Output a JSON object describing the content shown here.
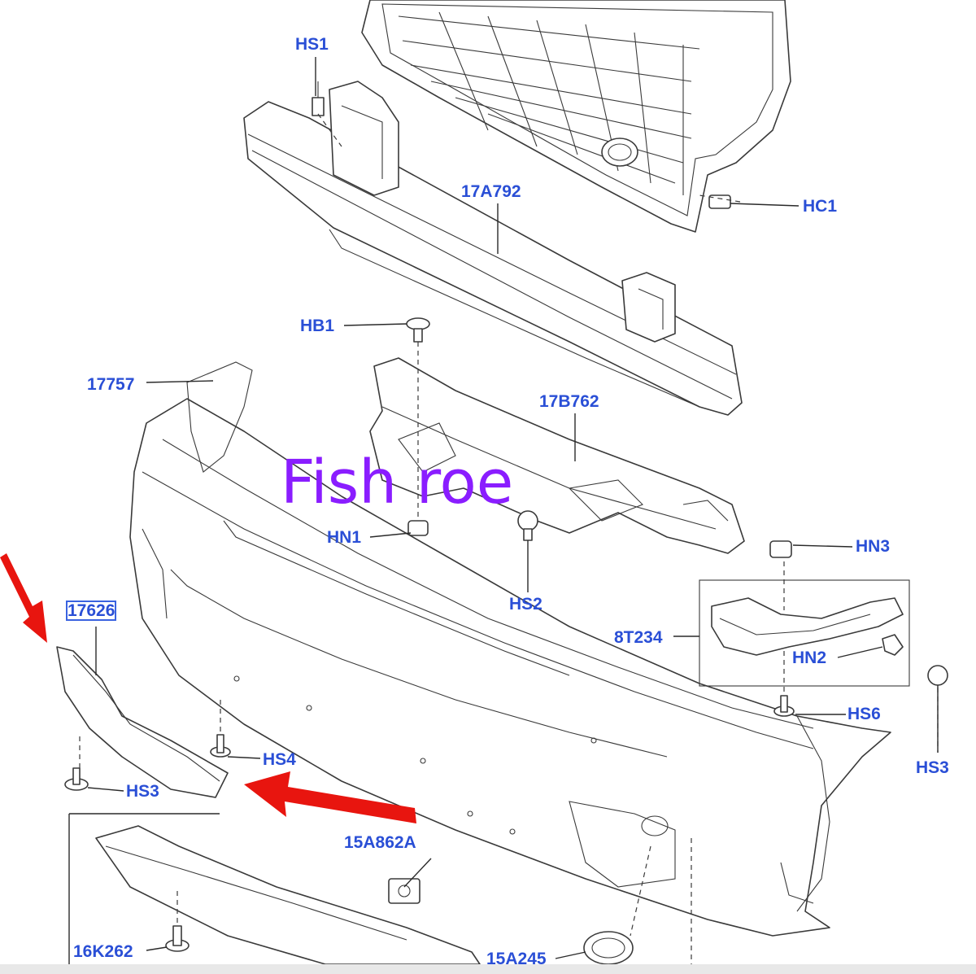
{
  "callouts": {
    "HS1": "HS1",
    "17A792": "17A792",
    "HC1": "HC1",
    "HB1": "HB1",
    "17757": "17757",
    "17B762": "17B762",
    "HN1": "HN1",
    "HS2": "HS2",
    "HN3": "HN3",
    "17626": "17626",
    "8T234": "8T234",
    "HN2": "HN2",
    "HS6": "HS6",
    "HS3_right": "HS3",
    "HS4": "HS4",
    "HS3_left": "HS3",
    "15A862A": "15A862A",
    "16K262": "16K262",
    "15A245": "15A245"
  },
  "watermark": "Fish roe",
  "colors": {
    "callout_text": "#2a4fd6",
    "watermark_text": "#8a1dff",
    "arrow": "#e8150f",
    "line_art": "#3a3a3a"
  }
}
